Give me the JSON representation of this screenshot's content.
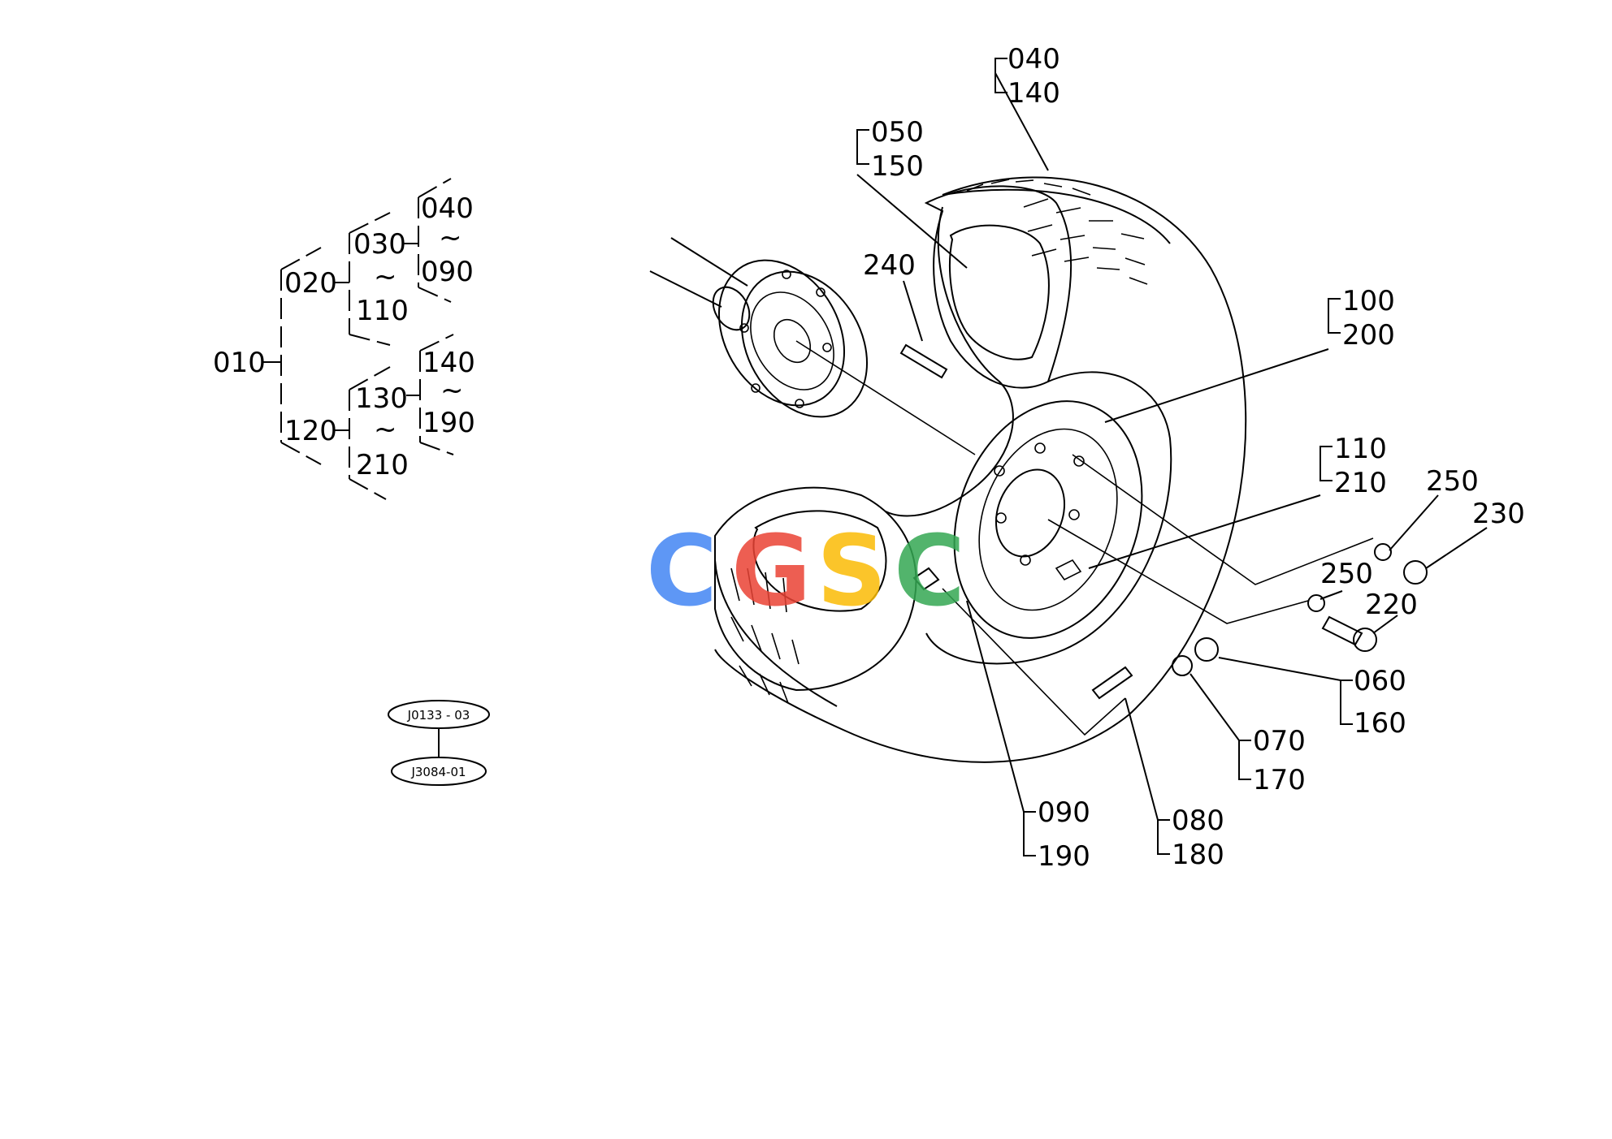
{
  "tree": {
    "root": "010",
    "level1": [
      "020",
      "120"
    ],
    "branch_020": [
      "030",
      "110"
    ],
    "branch_120": [
      "130",
      "210"
    ],
    "range_030": [
      "040",
      "090"
    ],
    "range_130": [
      "140",
      "190"
    ],
    "tilde": "~"
  },
  "refs": {
    "top": "J0133 - 03",
    "bottom": "J3084-01"
  },
  "callouts": {
    "c040": "040",
    "c140": "140",
    "c050": "050",
    "c150": "150",
    "c240": "240",
    "c100": "100",
    "c200": "200",
    "c110": "110",
    "c210": "210",
    "c250a": "250",
    "c230": "230",
    "c250b": "250",
    "c220": "220",
    "c060": "060",
    "c160": "160",
    "c070": "070",
    "c170": "170",
    "c090": "090",
    "c190": "190",
    "c080": "080",
    "c180": "180"
  },
  "watermark": {
    "letters": [
      "C",
      "G",
      "S",
      "C"
    ],
    "colors": [
      "#4285F4",
      "#EA4335",
      "#FBBC05",
      "#34A853"
    ]
  }
}
